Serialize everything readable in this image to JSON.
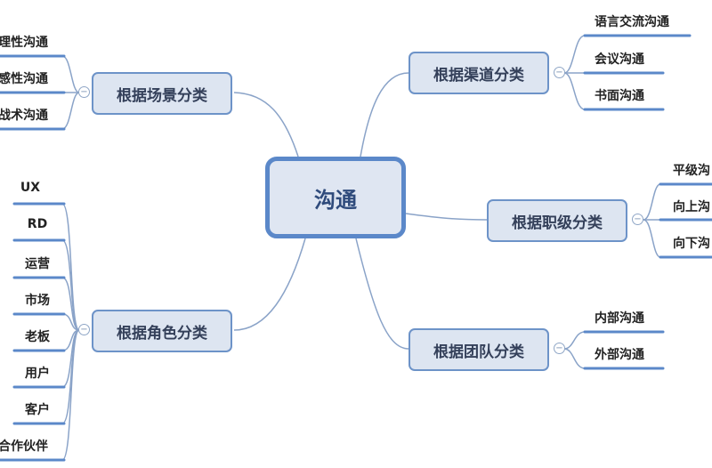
{
  "center": "沟通",
  "branches": {
    "scene": {
      "label": "根据场景分类",
      "leaves": [
        "理性沟通",
        "感性沟通",
        "战术沟通"
      ]
    },
    "role": {
      "label": "根据角色分类",
      "leaves": [
        "UX",
        "RD",
        "运营",
        "市场",
        "老板",
        "用户",
        "客户",
        "合作伙伴"
      ]
    },
    "channel": {
      "label": "根据渠道分类",
      "leaves": [
        "语言交流沟通",
        "会议沟通",
        "书面沟通"
      ]
    },
    "rank": {
      "label": "根据职级分类",
      "leaves": [
        "平级沟",
        "向上沟",
        "向下沟"
      ]
    },
    "team": {
      "label": "根据团队分类",
      "leaves": [
        "内部沟通",
        "外部沟通"
      ]
    }
  },
  "toggle_symbol": "−",
  "colors": {
    "line": "#8aa3c8",
    "underline": "#5b88c9",
    "box": "#dde5f1",
    "border": "#6d93c8"
  }
}
